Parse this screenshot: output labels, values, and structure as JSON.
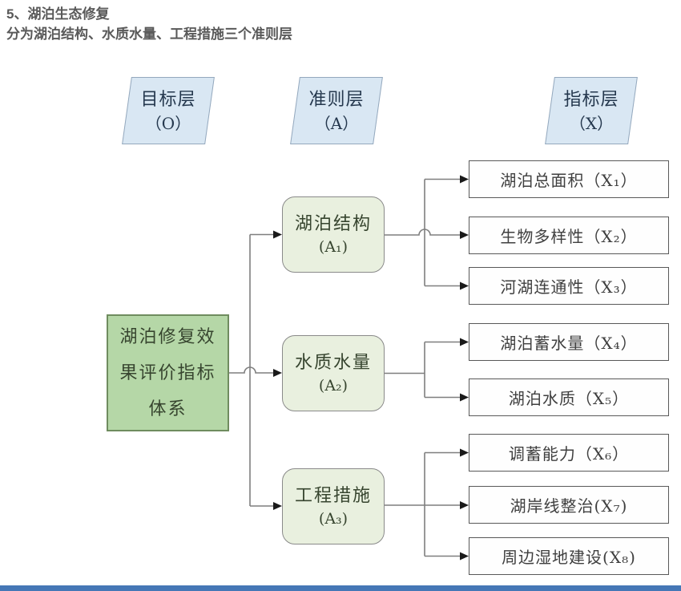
{
  "page": {
    "title": "5、湖泊生态修复",
    "subtitle": "分为湖泊结构、水质水量、工程措施三个准则层"
  },
  "diagram": {
    "layers": [
      {
        "label": "目标层",
        "code": "（O）"
      },
      {
        "label": "准则层",
        "code": "（A）"
      },
      {
        "label": "指标层",
        "code": "（X）"
      }
    ],
    "goal": {
      "label": "湖泊修复效\n果评价指标\n体系"
    },
    "criteria": [
      {
        "label": "湖泊结构",
        "code": "(A₁)"
      },
      {
        "label": "水质水量",
        "code": "(A₂)"
      },
      {
        "label": "工程措施",
        "code": "(A₃)"
      }
    ],
    "indicators": [
      {
        "label": "湖泊总面积（X₁）",
        "group": "A1"
      },
      {
        "label": "生物多样性（X₂）",
        "group": "A1"
      },
      {
        "label": "河湖连通性（X₃）",
        "group": "A1"
      },
      {
        "label": "湖泊蓄水量（X₄）",
        "group": "A2"
      },
      {
        "label": "湖泊水质（X₅）",
        "group": "A2"
      },
      {
        "label": "调蓄能力（X₆）",
        "group": "A3"
      },
      {
        "label": "湖岸线整治(X₇)",
        "group": "A3"
      },
      {
        "label": "周边湿地建设(X₈)",
        "group": "A3"
      }
    ],
    "colors": {
      "goal_fill": "#b5d7a7",
      "goal_border": "#6f8c5f",
      "criteria_fill": "#e9f0df",
      "layer_fill": "#d9e7f3",
      "indicator_fill": "#fefefe",
      "line": "#7f7f7f",
      "arrow": "#1a1a1a",
      "title_text": "#595959",
      "accent_bar": "#4577b6"
    }
  }
}
